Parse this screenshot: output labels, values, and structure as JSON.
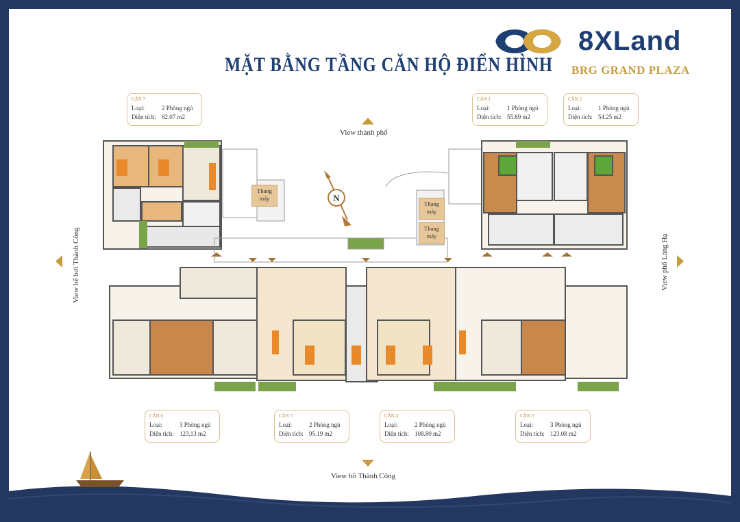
{
  "title": "MẶT BẰNG TẦNG CĂN HỘ ĐIỂN HÌNH",
  "brand": {
    "name": "8XLand",
    "project": "BRG GRAND PLAZA",
    "colors": {
      "navy": "#1f3f73",
      "gold": "#c79b3e"
    }
  },
  "views": {
    "top": "View thành phố",
    "bottom": "View hồ Thành Công",
    "left": "View bể bơi Thành Công",
    "right": "View phố Láng Hạ"
  },
  "elevators": {
    "left": "Thang\nmáy",
    "right_top": "Thang\nmáy",
    "right_bottom": "Thang\nmáy"
  },
  "labels": {
    "type": "Loại:",
    "area": "Diện tích:"
  },
  "units": [
    {
      "code": "CĂN 7",
      "type": "2 Phòng ngủ",
      "area": "82.07 m2"
    },
    {
      "code": "CĂN 1",
      "type": "1 Phòng ngủ",
      "area": "55.69 m2"
    },
    {
      "code": "CĂN 2",
      "type": "1 Phòng ngủ",
      "area": "54.25 m2"
    },
    {
      "code": "CĂN 6",
      "type": "3 Phòng ngủ",
      "area": "123.13 m2"
    },
    {
      "code": "CĂN 5",
      "type": "2 Phòng ngủ",
      "area": "95.19 m2"
    },
    {
      "code": "CĂN 4",
      "type": "2 Phòng ngủ",
      "area": "108.80 m2"
    },
    {
      "code": "CĂN 3",
      "type": "3 Phòng ngủ",
      "area": "123.08 m2"
    }
  ],
  "compass": "N"
}
